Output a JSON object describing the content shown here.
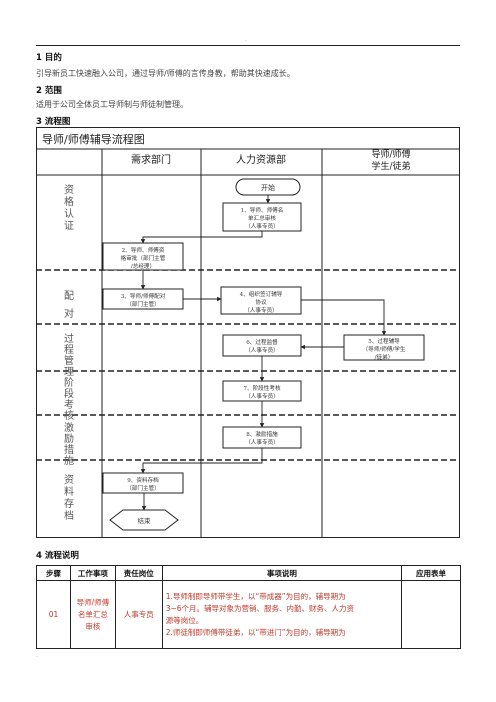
{
  "header": {
    "dot": "."
  },
  "section1": {
    "title": "1 目的",
    "text": "引导新员工快速融入公司，通过导师/师傅的言传身教，帮助其快速成长。"
  },
  "section2": {
    "title": "2 范围",
    "text": "适用于公司全体员工导师制与师徒制管理。"
  },
  "section3": {
    "title": "3 流程图"
  },
  "flowchart": {
    "title": "导师/师傅辅导流程图",
    "columns": [
      "需求部门",
      "人力资源部",
      "导师/师傅",
      "学生/徒弟"
    ],
    "phases": [
      "资",
      "格",
      "认",
      "证",
      "配",
      "对",
      "过",
      "程",
      "管",
      "理",
      "阶",
      "段",
      "考",
      "核",
      "激",
      "励",
      "措",
      "施",
      "资",
      "料",
      "存",
      "档"
    ],
    "start": "开始",
    "end": "结束",
    "steps": [
      {
        "line1": "1、导师、师傅名",
        "line2": "单汇总审核",
        "line3": "（人事专员）"
      },
      {
        "line1": "2、导师、师傅资",
        "line2": "格审批（部门主管",
        "line3": "/总经理）"
      },
      {
        "line1": "3、导师/师傅配对",
        "line2": "（部门主管）"
      },
      {
        "line1": "4、组织签订辅导",
        "line2": "协议",
        "line3": "（人事专员）"
      },
      {
        "line1": "5、过程辅导",
        "line2": "（导师/师傅/学生",
        "line3": "/徒弟）"
      },
      {
        "line1": "6、过程监督",
        "line2": "（人事专员）"
      },
      {
        "line1": "7、阶段性考核",
        "line2": "（人事专员）"
      },
      {
        "line1": "8、激励措施",
        "line2": "（人事专员）"
      },
      {
        "line1": "9、资料存档",
        "line2": "（部门主管）"
      }
    ]
  },
  "section4": {
    "title": "4 流程说明"
  },
  "table": {
    "headers": [
      "步骤",
      "工作事项",
      "责任岗位",
      "事项说明",
      "应用表单"
    ],
    "row": {
      "step": "01",
      "item": [
        "导师/师傅",
        "名单汇总",
        "审核"
      ],
      "role": "人事专员",
      "desc": [
        "1.导师制即导师带学生，以“带成器”为目的，辅导期为",
        "3~6个月。辅导对象为营销、服务、内勤、财务、人力资",
        "源等岗位。",
        "2.师徒制即师傅带徒弟，以“带进门”为目的，辅导期为"
      ],
      "form": ""
    }
  },
  "footer": {
    "dot": "."
  }
}
